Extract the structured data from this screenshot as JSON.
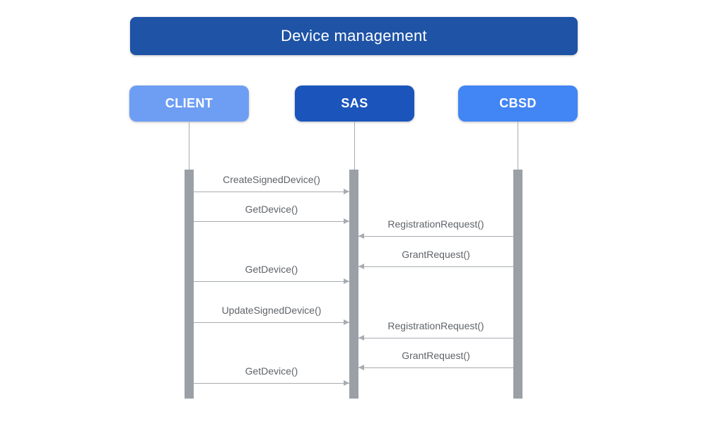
{
  "header": {
    "title": "Device management",
    "bg": "#1e53a6",
    "text_color": "#ffffff"
  },
  "diagram": {
    "actors": [
      {
        "id": "client",
        "label": "CLIENT",
        "color": "#6d9ef3",
        "text_color": "#ffffff"
      },
      {
        "id": "sas",
        "label": "SAS",
        "color": "#1b55bc",
        "text_color": "#ffffff"
      },
      {
        "id": "cbsd",
        "label": "CBSD",
        "color": "#4285f4",
        "text_color": "#ffffff"
      }
    ],
    "colors": {
      "lifeline": "#a6aaaf",
      "activation": "#9ba0a6",
      "arrow": "#a7acb1",
      "message_label": "#5f6368",
      "background": "#ffffff"
    },
    "messages": [
      {
        "label": "CreateSignedDevice()",
        "from": "client",
        "to": "sas"
      },
      {
        "label": "GetDevice()",
        "from": "client",
        "to": "sas"
      },
      {
        "label": "RegistrationRequest()",
        "from": "cbsd",
        "to": "sas"
      },
      {
        "label": "GrantRequest()",
        "from": "cbsd",
        "to": "sas"
      },
      {
        "label": "GetDevice()",
        "from": "client",
        "to": "sas"
      },
      {
        "label": "UpdateSignedDevice()",
        "from": "client",
        "to": "sas"
      },
      {
        "label": "RegistrationRequest()",
        "from": "cbsd",
        "to": "sas"
      },
      {
        "label": "GrantRequest()",
        "from": "cbsd",
        "to": "sas"
      },
      {
        "label": "GetDevice()",
        "from": "client",
        "to": "sas"
      }
    ]
  }
}
